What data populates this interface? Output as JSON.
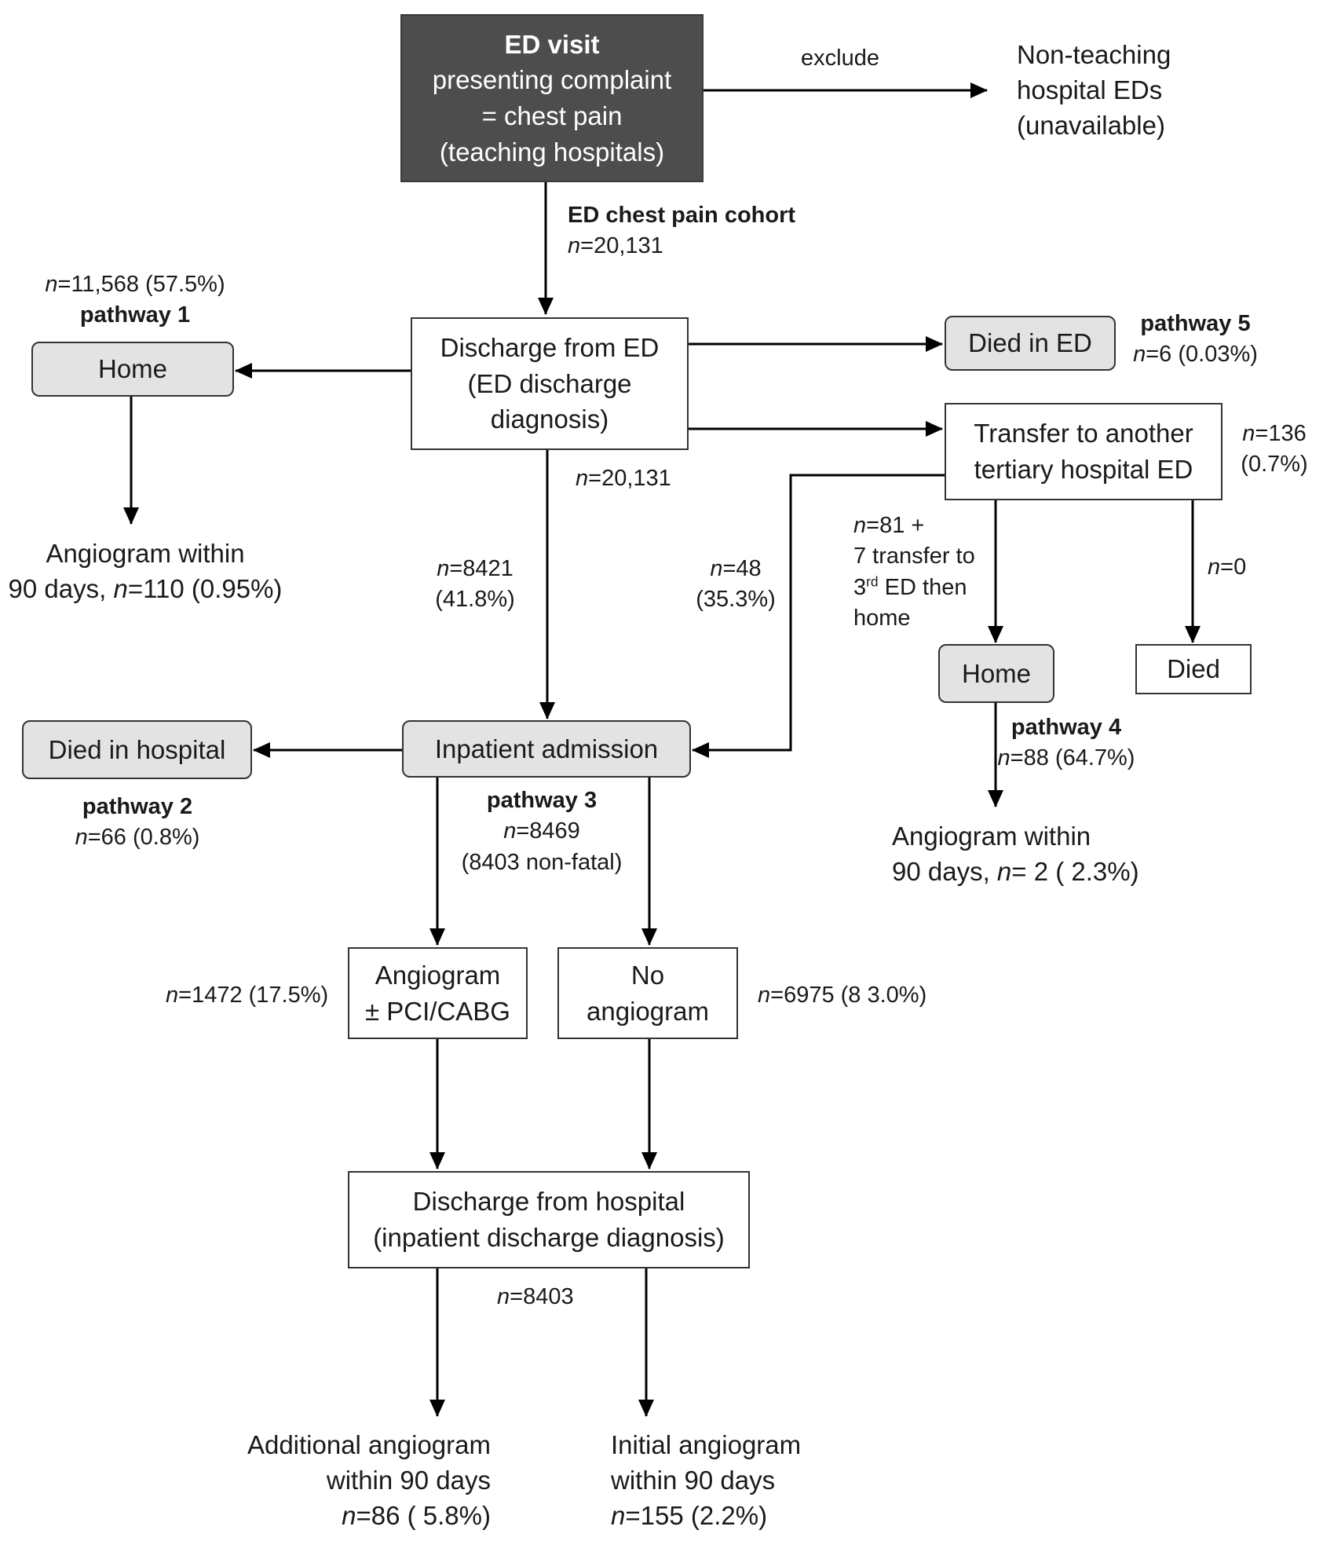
{
  "boxes": {
    "ed_visit": {
      "title": "ED visit",
      "line1": "presenting complaint",
      "line2": "= chest pain",
      "line3": "(teaching hospitals)"
    },
    "non_teaching": {
      "line1": "Non-teaching",
      "line2": "hospital EDs",
      "line3": "(unavailable)"
    },
    "discharge_ed": {
      "line1": "Discharge from ED",
      "line2": "(ED discharge",
      "line3": "diagnosis)"
    },
    "home_1": "Home",
    "died_in_ed": "Died in ED",
    "transfer": {
      "line1": "Transfer to another",
      "line2": "tertiary hospital ED"
    },
    "home_2": "Home",
    "died": "Died",
    "inpatient": "Inpatient admission",
    "died_hospital": "Died in hospital",
    "angiogram_pci": {
      "line1": "Angiogram",
      "line2": "± PCI/CABG"
    },
    "no_angiogram": {
      "line1": "No",
      "line2": "angiogram"
    },
    "discharge_hospital": {
      "line1": "Discharge from hospital",
      "line2": "(inpatient discharge diagnosis)"
    }
  },
  "labels": {
    "exclude": "exclude",
    "cohort_title": "ED chest pain cohort",
    "cohort_n": "=20,131",
    "pathway1": {
      "n": "=11,568 (57.5%)",
      "name": "pathway 1"
    },
    "angio_home1": {
      "line1": "Angiogram within",
      "line2a": "90 days, ",
      "line2b": "=110 (0.95%)"
    },
    "n_20131": "=20,131",
    "n_8421": {
      "line1": "=8421",
      "line2": "(41.8%)"
    },
    "n_48": {
      "line1": "=48",
      "line2": "(35.3%)"
    },
    "n_81": {
      "line1": "=81 +",
      "line2": "7 transfer to",
      "line3a": "3",
      "line3sup": "rd",
      "line3b": " ED then",
      "line4": "home"
    },
    "n_0": "=0",
    "pathway5": {
      "name": "pathway 5",
      "n": "=6 (0.03%)"
    },
    "n_136": {
      "line1": "=136",
      "line2": "(0.7%)"
    },
    "pathway4": {
      "name": "pathway 4",
      "n": "=88 (64.7%)"
    },
    "angio_home2": {
      "line1": "Angiogram within",
      "line2a": "90 days, ",
      "line2b": "= 2 ( 2.3%)"
    },
    "pathway2": {
      "name": "pathway 2",
      "n": "=66 (0.8%)"
    },
    "pathway3": {
      "name": "pathway 3",
      "n": "=8469",
      "extra": "(8403 non-fatal)"
    },
    "n_1472": "=1472  (17.5%)",
    "n_6975": "=6975  (8 3.0%)",
    "n_8403": "=8403",
    "additional": {
      "line1": "Additional angiogram",
      "line2": "within 90 days",
      "n": "=86 ( 5.8%)"
    },
    "initial": {
      "line1": "Initial angiogram",
      "line2": "within 90 days",
      "n": "=155  (2.2%)"
    },
    "n_symbol": "n"
  },
  "colors": {
    "dark_box": "#4d4d4d",
    "gray_box": "#e3e3e3",
    "line": "#000000"
  }
}
